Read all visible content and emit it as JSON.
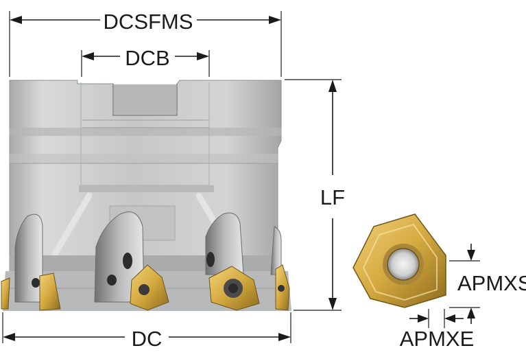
{
  "labels": {
    "dcsfms": "DCSFMS",
    "dcb": "DCB",
    "lf": "LF",
    "dc": "DC",
    "apmxs": "APMXS",
    "apmxe": "APMXE"
  },
  "colors": {
    "body_steel": "#c9cacb",
    "body_shadow": "#9fa1a3",
    "insert_gold": "#d9b24a",
    "insert_dark": "#7a6220",
    "line": "#1a1a1a"
  },
  "icons": {
    "cutter_body": "face-mill-cutter-body",
    "insert": "trigon-cutting-insert"
  }
}
